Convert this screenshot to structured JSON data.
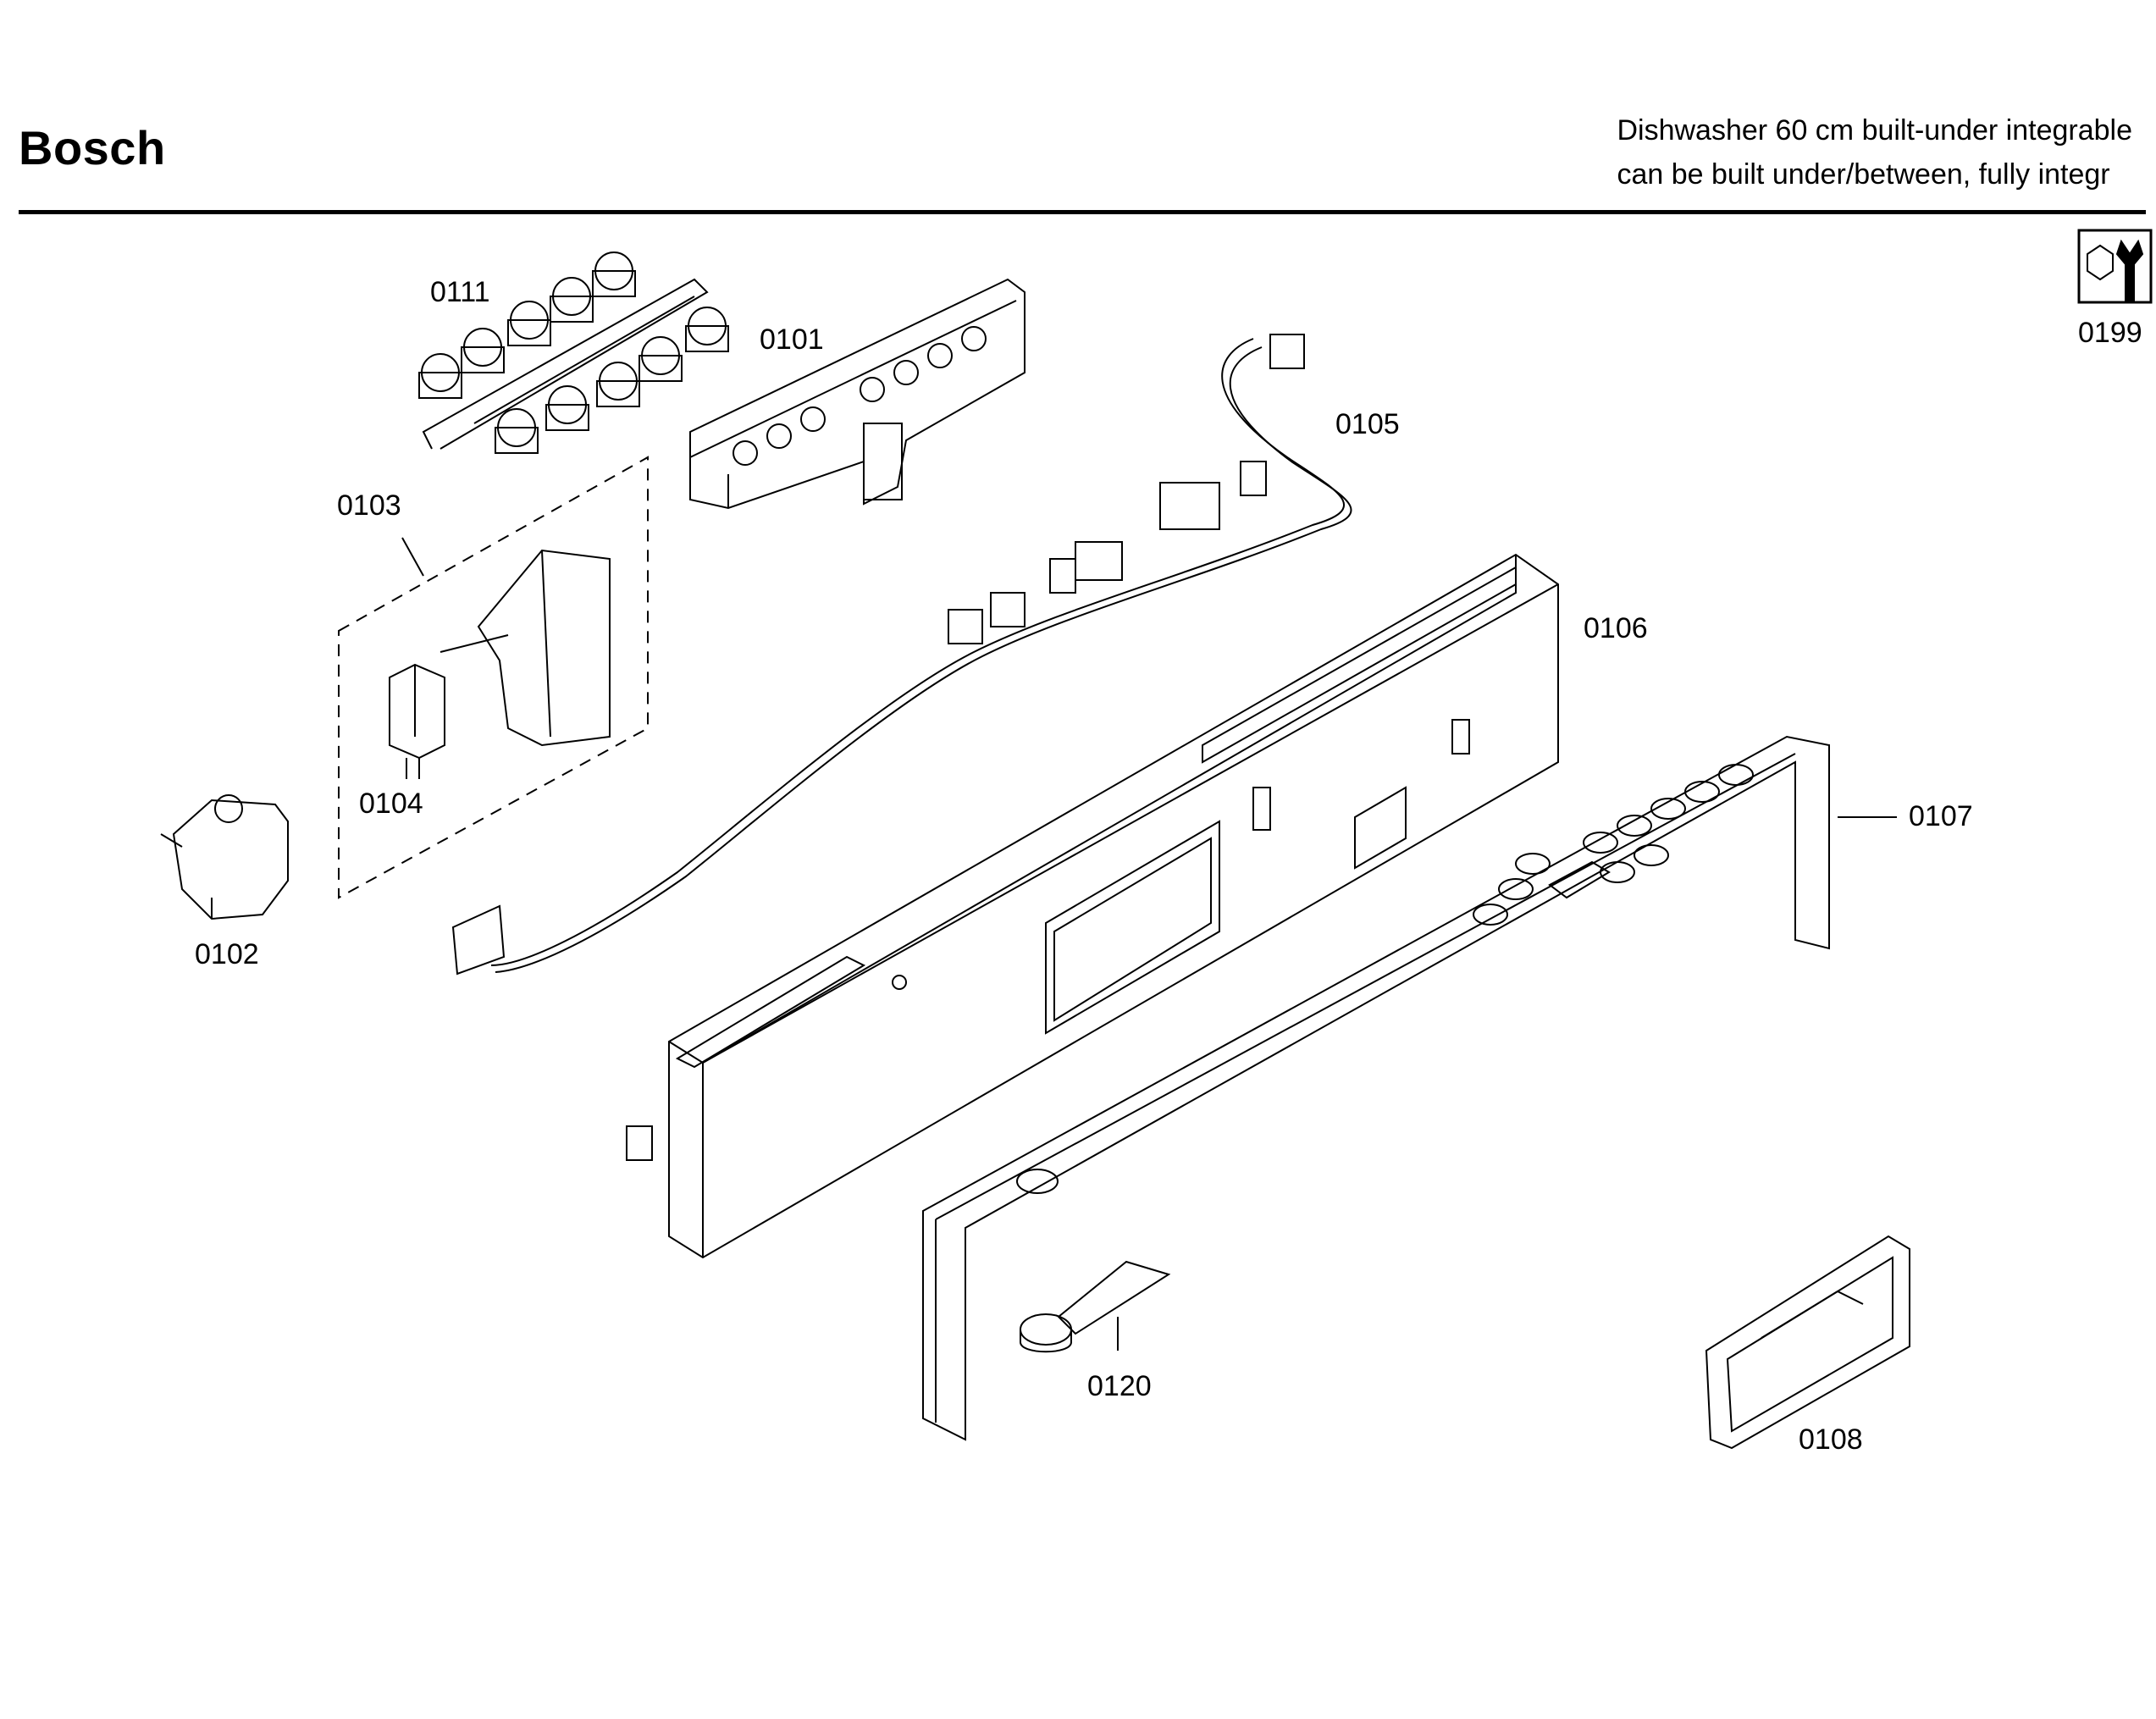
{
  "header": {
    "brand": "Bosch",
    "description_line1": "Dishwasher 60 cm built-under integrable",
    "description_line2": "can be built under/between, fully integr"
  },
  "parts": [
    {
      "id": "p0111",
      "label": "0111"
    },
    {
      "id": "p0101",
      "label": "0101"
    },
    {
      "id": "p0105",
      "label": "0105"
    },
    {
      "id": "p0103",
      "label": "0103"
    },
    {
      "id": "p0104",
      "label": "0104"
    },
    {
      "id": "p0102",
      "label": "0102"
    },
    {
      "id": "p0106",
      "label": "0106"
    },
    {
      "id": "p0107",
      "label": "0107"
    },
    {
      "id": "p0120",
      "label": "0120"
    },
    {
      "id": "p0108",
      "label": "0108"
    },
    {
      "id": "p0199",
      "label": "0199"
    }
  ]
}
